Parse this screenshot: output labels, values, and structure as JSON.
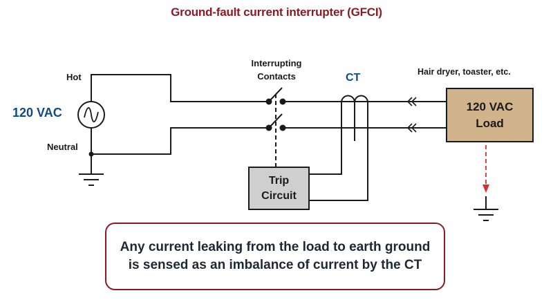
{
  "title": "Ground-fault current interrupter (GFCI)",
  "labels": {
    "hot": "Hot",
    "neutral": "Neutral",
    "source_voltage": "120 VAC",
    "interrupting_contacts_line1": "Interrupting",
    "interrupting_contacts_line2": "Contacts",
    "ct": "CT",
    "load_description": "Hair dryer, toaster, etc.",
    "load_line1": "120 VAC",
    "load_line2": "Load",
    "trip_line1": "Trip",
    "trip_line2": "Circuit"
  },
  "note": "Any current leaking from the load to earth ground is sensed as an imbalance of current by the CT",
  "colors": {
    "title": "#8b1a24",
    "accent_blue": "#0e4a8a",
    "wire": "#1a1a1a",
    "load_fill": "#d2b48c",
    "trip_fill": "#cfcfcf",
    "leak_arrow": "#d62f2f",
    "note_border": "#8b1a24"
  },
  "icons": {
    "source": "ac-source-icon",
    "ground": "ground-icon",
    "switch": "switch-contact-icon",
    "ct": "current-transformer-icon",
    "connector": "double-chevron-connector-icon"
  }
}
